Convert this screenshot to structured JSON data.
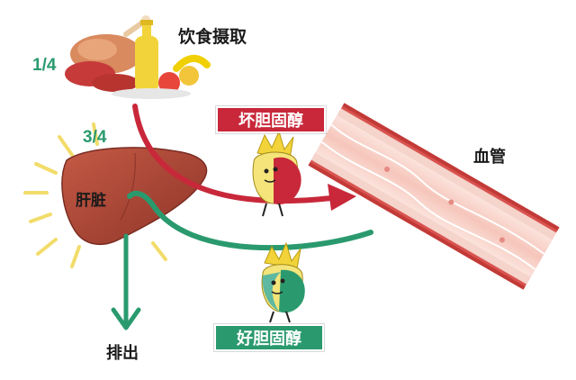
{
  "labels": {
    "diet_intake": "饮食摄取",
    "liver": "肝脏",
    "blood_vessel": "血管",
    "excretion": "排出",
    "fraction_diet": "1/4",
    "fraction_liver": "3/4"
  },
  "badges": {
    "ldl": "坏胆固醇",
    "hdl": "好胆固醇"
  },
  "colors": {
    "ldl": "#c8283a",
    "hdl": "#2a9a6e",
    "fraction_text": "#2a9a6e",
    "liver": "#b24a3a",
    "ray": "#f2dc6a",
    "vessel": "#d9534f"
  },
  "icons": {
    "food": "food-pile-icon",
    "liver": "liver-icon",
    "vessel": "blood-vessel-icon",
    "ldl_mascot": "ldl-cholesterol-mascot-icon",
    "hdl_mascot": "hdl-cholesterol-mascot-icon"
  }
}
